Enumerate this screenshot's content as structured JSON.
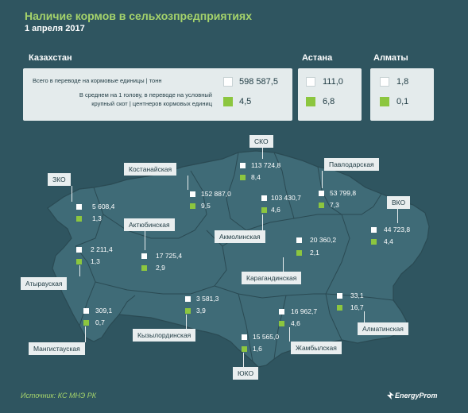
{
  "header": {
    "title": "Наличие кормов в сельхозпредприятиях",
    "date": "1 апреля 2017"
  },
  "summary": {
    "kazakhstan": {
      "label": "Казахстан",
      "desc1": "Всего в переводе на кормовые единицы | тонн",
      "desc2_line1": "В среднем на 1 голову, в переводе на условный",
      "desc2_line2": "крупный скот | центнеров кормовых единиц",
      "total": "598 587,5",
      "per_head": "4,5"
    },
    "astana": {
      "label": "Астана",
      "total": "111,0",
      "per_head": "6,8"
    },
    "almaty": {
      "label": "Алматы",
      "total": "1,8",
      "per_head": "0,1"
    }
  },
  "regions": {
    "sko": {
      "label": "СКО",
      "total": "113 724,8",
      "per_head": "8,4"
    },
    "kostanay": {
      "label": "Костанайская",
      "total": "152 887,0",
      "per_head": "9,5"
    },
    "akmola": {
      "label": "Акмолинская",
      "total": "103 430,7",
      "per_head": "4,6"
    },
    "pavlodar": {
      "label": "Павлодарская",
      "total": "53 799,8",
      "per_head": "7,3"
    },
    "vko": {
      "label": "ВКО",
      "total": "44 723,8",
      "per_head": "4,4"
    },
    "zko": {
      "label": "ЗКО",
      "total": "5 608,4",
      "per_head": "1,3"
    },
    "aktobe": {
      "label": "Актюбинская",
      "total": "17 725,4",
      "per_head": "2,9"
    },
    "atyrau": {
      "label": "Атырауская",
      "total": "2 211,4",
      "per_head": "1,3"
    },
    "karaganda": {
      "label": "Карагандинская",
      "total": "20 360,2",
      "per_head": "2,1"
    },
    "mangystau": {
      "label": "Мангистауская",
      "total": "309,1",
      "per_head": "0,7"
    },
    "kyzylorda": {
      "label": "Кызылординская",
      "total": "3 581,3",
      "per_head": "3,9"
    },
    "zhambyl": {
      "label": "Жамбылская",
      "total": "16 962,7",
      "per_head": "4,6"
    },
    "almaty_reg": {
      "label": "Алматинская",
      "total": "33,1",
      "per_head": "16,7"
    },
    "yuko": {
      "label": "ЮКО",
      "total": "15 565,0",
      "per_head": "1,6"
    }
  },
  "footer": {
    "source": "Источник: КС МНЭ РК",
    "logo": "EnergyProm"
  },
  "colors": {
    "background": "#2f5560",
    "map_fill": "#3f6b77",
    "accent_green": "#8cc63f",
    "title_green": "#a5d36b"
  }
}
